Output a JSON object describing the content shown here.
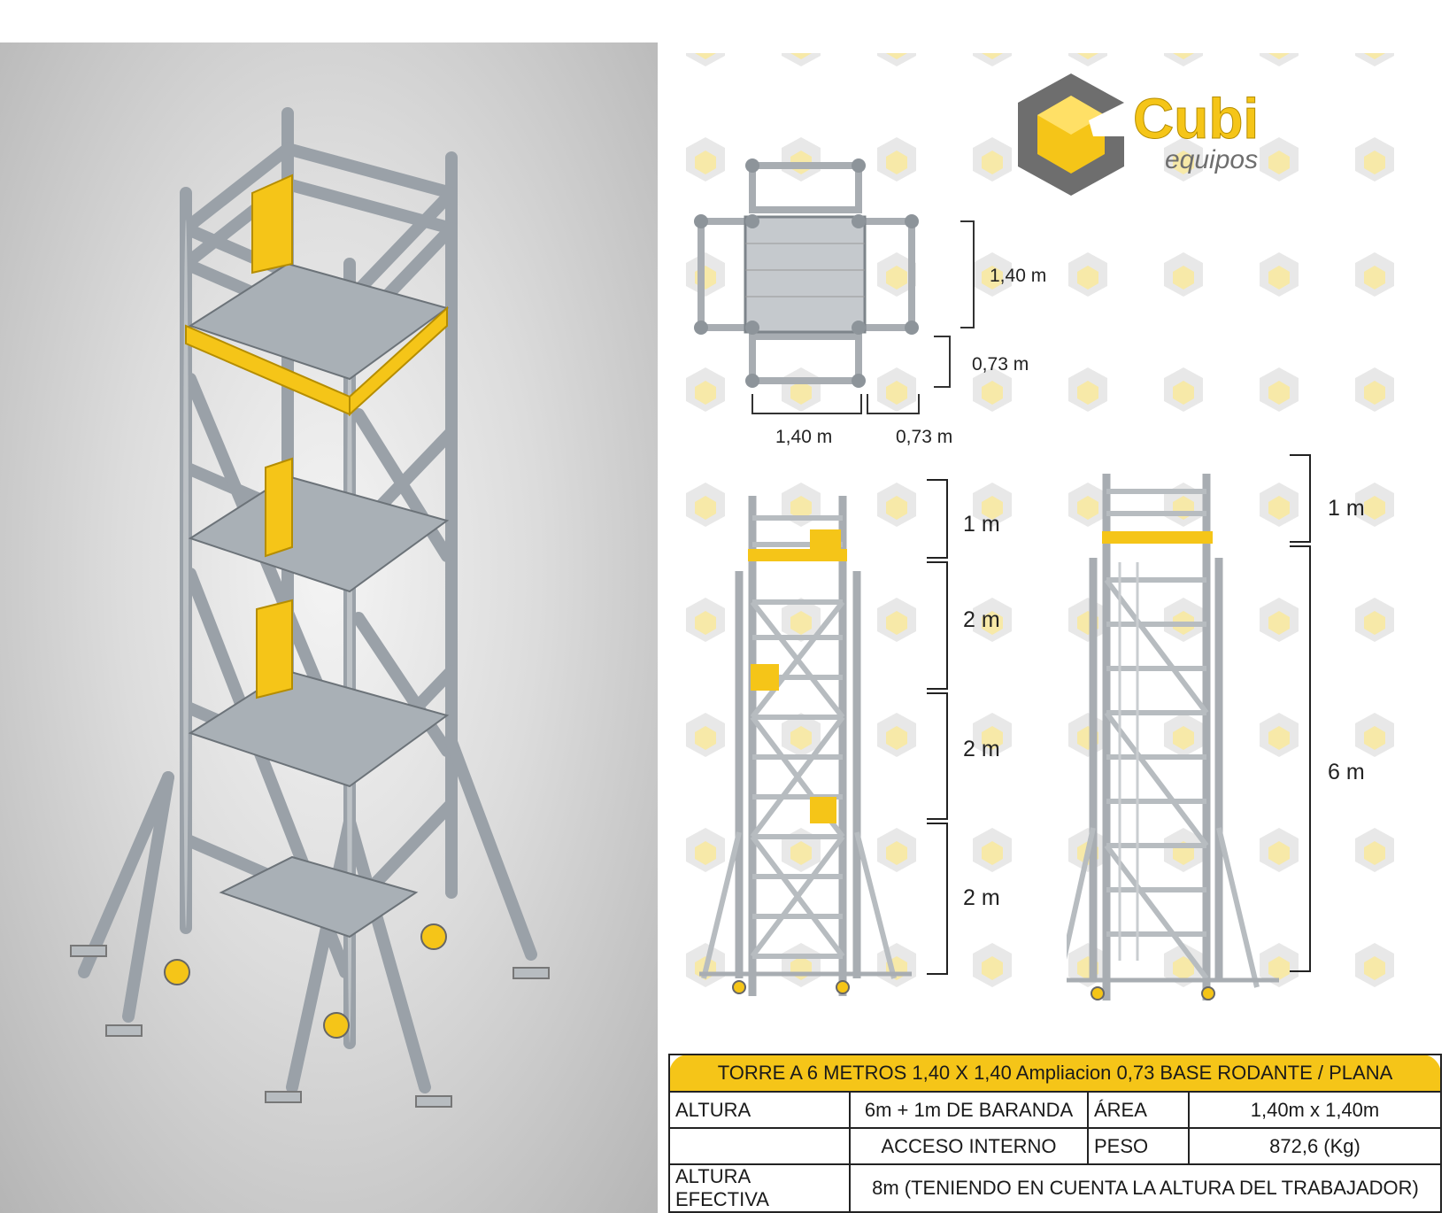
{
  "brand": {
    "name": "Cubi",
    "sub": "equipos",
    "accent": "#F5C518",
    "dark": "#6E6E6E"
  },
  "plan": {
    "dim_right_top": "1,40 m",
    "dim_right_bottom": "0,73 m",
    "dim_bottom_left": "1,40 m",
    "dim_bottom_right": "0,73 m"
  },
  "front": {
    "dims": [
      "1 m",
      "2 m",
      "2 m",
      "2 m"
    ]
  },
  "side": {
    "dims": [
      "1 m",
      "6 m"
    ]
  },
  "spec": {
    "title": "TORRE A 6 METROS 1,40 X 1,40 Ampliacion 0,73 BASE RODANTE / PLANA",
    "rows": [
      {
        "label": "ALTURA",
        "value": "6m + 1m DE BARANDA",
        "label2": "ÁREA",
        "value2": "1,40m x 1,40m"
      },
      {
        "label": "",
        "value": "ACCESO INTERNO",
        "label2": "PESO",
        "value2": "872,6 (Kg)"
      }
    ],
    "effective": {
      "label": "ALTURA EFECTIVA",
      "value": "8m (TENIENDO EN CUENTA LA ALTURA DEL TRABAJADOR)"
    }
  }
}
